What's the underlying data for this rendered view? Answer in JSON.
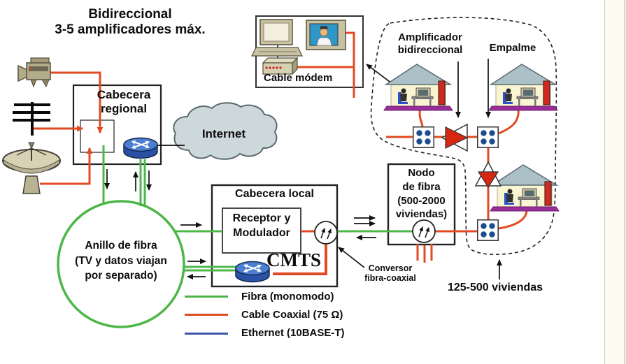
{
  "title": "Bidireccional\n3-5 amplificadores máx.",
  "labels": {
    "cabecera_regional": "Cabecera\nregional",
    "internet": "Internet",
    "cable_modem": "Cable módem",
    "amplificador_bidireccional": "Amplificador\nbidireccional",
    "empalme": "Empalme",
    "nodo_fibra": "Nodo\nde fibra\n(500-2000\nviviendas)",
    "cabecera_local": "Cabecera local",
    "receptor_modulador": "Receptor y\nModulador",
    "cmts": "CMTS",
    "anillo_fibra": "Anillo de fibra\n(TV y datos viajan\npor separado)",
    "conversor": "Conversor\nfibra-coaxial",
    "viviendas": "125-500 viviendas"
  },
  "legend": {
    "items": [
      {
        "label": "Fibra (monomodo)",
        "color": "#4cb748"
      },
      {
        "label": "Cable Coaxial (75 Ω)",
        "color": "#e14a22"
      },
      {
        "label": "Ethernet (10BASE-T)",
        "color": "#3a57a7"
      }
    ]
  },
  "colors": {
    "fiber": "#4cb748",
    "coax": "#e14a22",
    "ethernet": "#3a57a7",
    "router_blue": "#2b51a5",
    "tap_dot_blue": "#1d4d8f",
    "amp_red": "#d92613",
    "house_roof": "#abc0c7",
    "house_wall": "#f9f4d2",
    "house_floor": "#992d99",
    "cloud_gray": "#cdd8da"
  }
}
